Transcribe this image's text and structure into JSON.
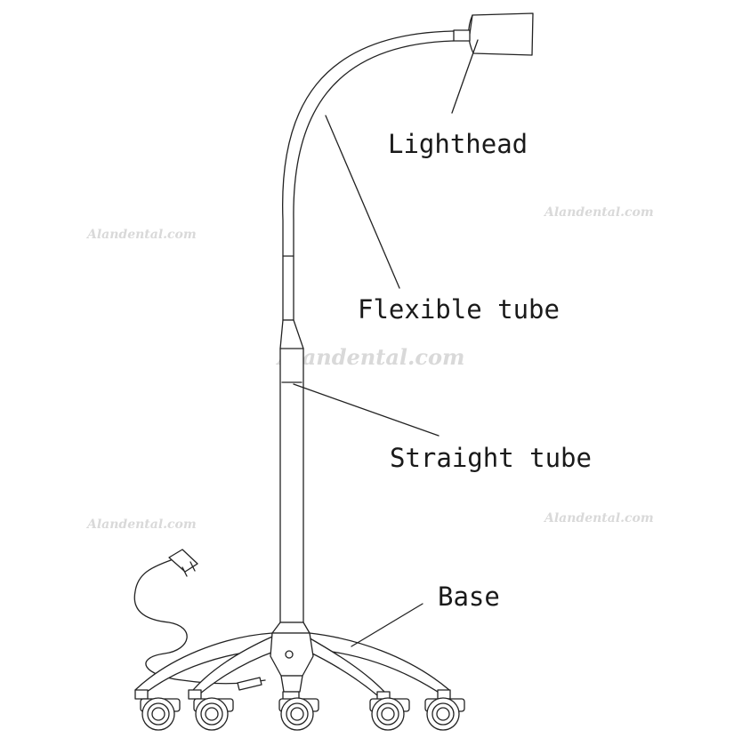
{
  "labels": {
    "lighthead": "Lighthead",
    "flexible_tube": "Flexible tube",
    "straight_tube": "Straight tube",
    "base": "Base"
  },
  "watermark": {
    "text": "Alandental.com"
  },
  "colors": {
    "line": "#222222",
    "watermark": "#d9d9d9",
    "background": "#ffffff"
  }
}
